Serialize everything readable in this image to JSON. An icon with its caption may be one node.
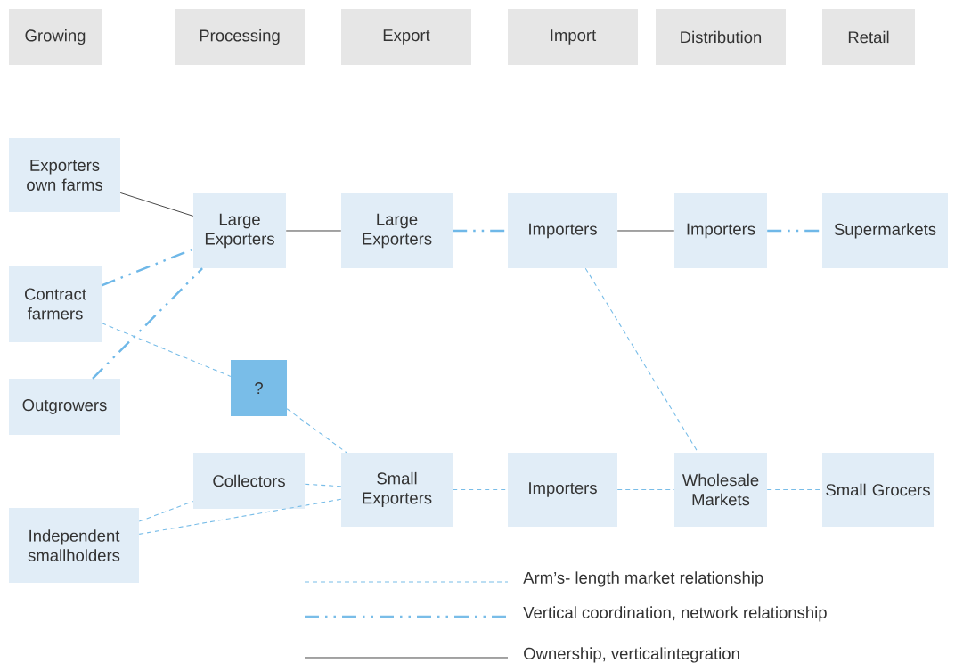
{
  "diagram": {
    "nodes": [
      {
        "text": [
          "Growing"
        ]
      },
      {
        "text": [
          "Processing"
        ]
      },
      {
        "text": [
          "Export"
        ]
      },
      {
        "text": [
          "Import"
        ]
      },
      {
        "text": [
          "Distribution"
        ]
      },
      {
        "text": [
          "Retail"
        ]
      },
      {
        "text": [
          "Exporters own farms"
        ]
      },
      {
        "text": [
          "Large Exporters"
        ]
      },
      {
        "text": [
          "Large Exporters"
        ]
      },
      {
        "text": [
          "Importers"
        ]
      },
      {
        "text": [
          "Importers"
        ]
      },
      {
        "text": [
          "Supermarkets"
        ]
      },
      {
        "text": [
          "Contract farmers"
        ]
      },
      {
        "text": [
          "Outgrowers"
        ]
      },
      {
        "text": [
          "?"
        ]
      },
      {
        "text": [
          "Collectors"
        ]
      },
      {
        "text": [
          "Small Exporters"
        ]
      },
      {
        "text": [
          "Importers"
        ]
      },
      {
        "text": [
          "Wholesale Markets"
        ]
      },
      {
        "text": [
          "Small Grocers"
        ]
      },
      {
        "text": [
          "Independent smallholders"
        ]
      }
    ],
    "edges": [
      {
        "from": 6,
        "to": 7,
        "arrow": "none",
        "color": "#333333"
      },
      {
        "from": 12,
        "to": 7,
        "arrow": "none",
        "style": "dashed",
        "color": "#6fb8e8"
      },
      {
        "from": 13,
        "to": 7,
        "arrow": "none",
        "style": "dashed",
        "color": "#6fb8e8"
      },
      {
        "from": 7,
        "to": 8,
        "arrow": "none",
        "color": "#333333"
      },
      {
        "from": 8,
        "to": 9,
        "arrow": "none",
        "style": "dashed",
        "color": "#6fb8e8"
      },
      {
        "from": 9,
        "to": 10,
        "arrow": "none",
        "color": "#333333"
      },
      {
        "from": 10,
        "to": 11,
        "arrow": "none",
        "style": "dashed",
        "color": "#6fb8e8"
      },
      {
        "from": 12,
        "to": 14,
        "arrow": "none",
        "style": "dashed"
      },
      {
        "from": 14,
        "to": 16,
        "arrow": "none",
        "style": "dashed"
      },
      {
        "from": 9,
        "to": 18,
        "arrow": "none",
        "style": "dashed"
      },
      {
        "from": 20,
        "to": 15,
        "arrow": "none",
        "style": "dashed"
      },
      {
        "from": 20,
        "to": 16,
        "arrow": "none",
        "style": "dashed"
      },
      {
        "from": 15,
        "to": 16,
        "arrow": "none",
        "style": "dashed"
      },
      {
        "from": 16,
        "to": 17,
        "arrow": "none",
        "style": "dashed"
      },
      {
        "from": 17,
        "to": 18,
        "arrow": "none",
        "style": "dashed"
      },
      {
        "from": 18,
        "to": 19,
        "arrow": "none",
        "style": "dashed"
      }
    ],
    "legend": [
      {
        "text": "Arm’s- length market relationship"
      },
      {
        "text": "Vertical coordination, network relationship"
      },
      {
        "text": "Ownership, verticalintegration"
      }
    ]
  }
}
